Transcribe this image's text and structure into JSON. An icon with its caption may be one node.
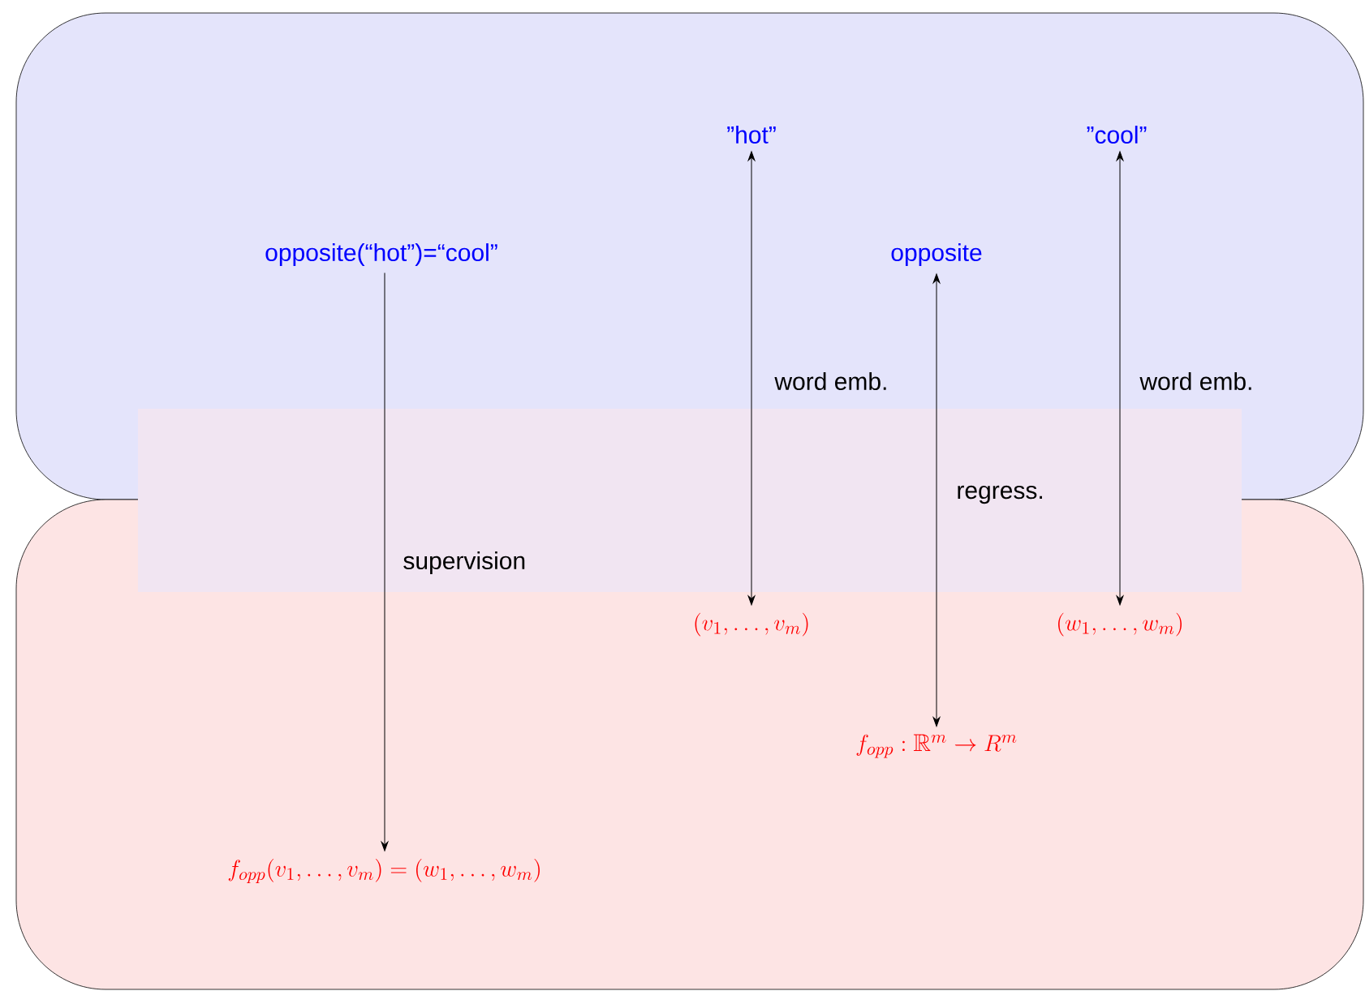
{
  "diagram": {
    "nodes": [
      {
        "text": [],
        "shape": "box"
      },
      {
        "text": [],
        "shape": "box"
      },
      {
        "text": [
          "opposite(“hot”)=“cool”"
        ],
        "in": 0
      },
      {
        "text": [
          "”hot”"
        ],
        "in": 0
      },
      {
        "text": [
          "opposite"
        ],
        "in": 0
      },
      {
        "text": [
          "”cool”"
        ],
        "in": 0
      },
      {
        "text": [
          "(v_1,\\dots,v_m)"
        ],
        "in": 1
      },
      {
        "text": [
          "(w_1,\\dots,w_m)"
        ],
        "in": 1
      },
      {
        "text": [
          "f_{opp}:\\mathbb{R}^m\\to R^m"
        ],
        "in": 1
      },
      {
        "text": [
          "f_{opp}(v_1,\\dots,v_m)=(w_1,\\dots,w_m)"
        ],
        "in": 1
      }
    ],
    "edges": [
      {
        "from": 3,
        "to": 6,
        "arrow": "both",
        "label": "word emb."
      },
      {
        "from": 4,
        "to": 8,
        "arrow": "both",
        "label": "regress."
      },
      {
        "from": 5,
        "to": 7,
        "arrow": "both",
        "label": "word emb."
      },
      {
        "from": 2,
        "to": 9,
        "arrow": "to",
        "label": "supervision"
      }
    ]
  }
}
